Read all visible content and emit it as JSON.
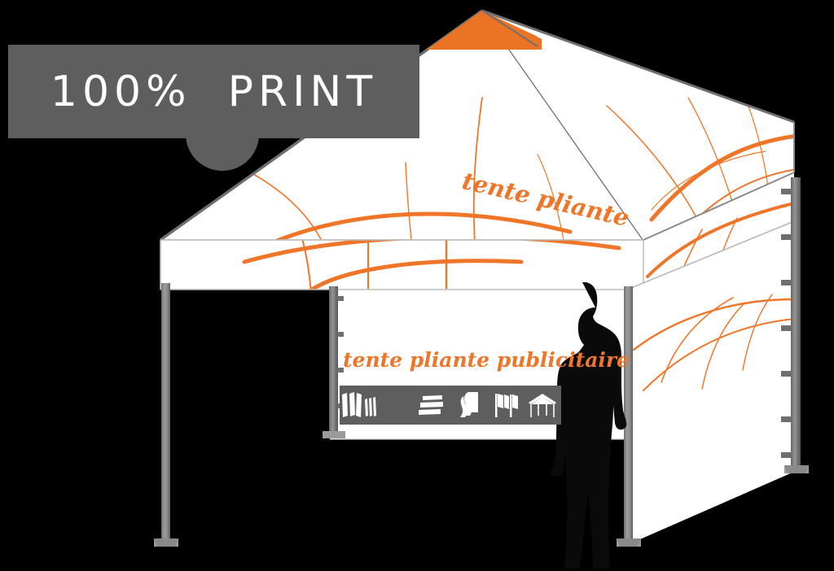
{
  "scene": {
    "background_color": "#000000",
    "subject": "folding promotional tent illustration",
    "accent_color": "#ef7629",
    "gray_color": "#5e5e5e",
    "canopy_color": "#ffffff",
    "pole_color": "#8a8a8a"
  },
  "badge": {
    "label": "100%  PRINT",
    "background_color": "#5e5e5e",
    "text_color": "#ffffff"
  },
  "labels": {
    "roof_text": "tente pliante",
    "wall_text": "tente pliante publicitaire"
  },
  "icon_strip": {
    "background_color": "#5e5e5e",
    "icon_color": "#ffffff",
    "icons": [
      {
        "name": "banner-flags-icon",
        "title": "banner flags"
      },
      {
        "name": "feather-flags-icon",
        "title": "feather flags"
      },
      {
        "name": "horizontal-banners-icon",
        "title": "horizontal banners"
      },
      {
        "name": "rolled-banner-icon",
        "title": "rolled banner"
      },
      {
        "name": "flag-set-icon",
        "title": "flag set"
      },
      {
        "name": "folding-tent-icon",
        "title": "folding tent"
      }
    ]
  },
  "figure": {
    "name": "person-silhouette",
    "color": "#0a0a0a"
  },
  "roof_peak": {
    "name": "orange-roof-panel",
    "color": "#ea7424"
  }
}
